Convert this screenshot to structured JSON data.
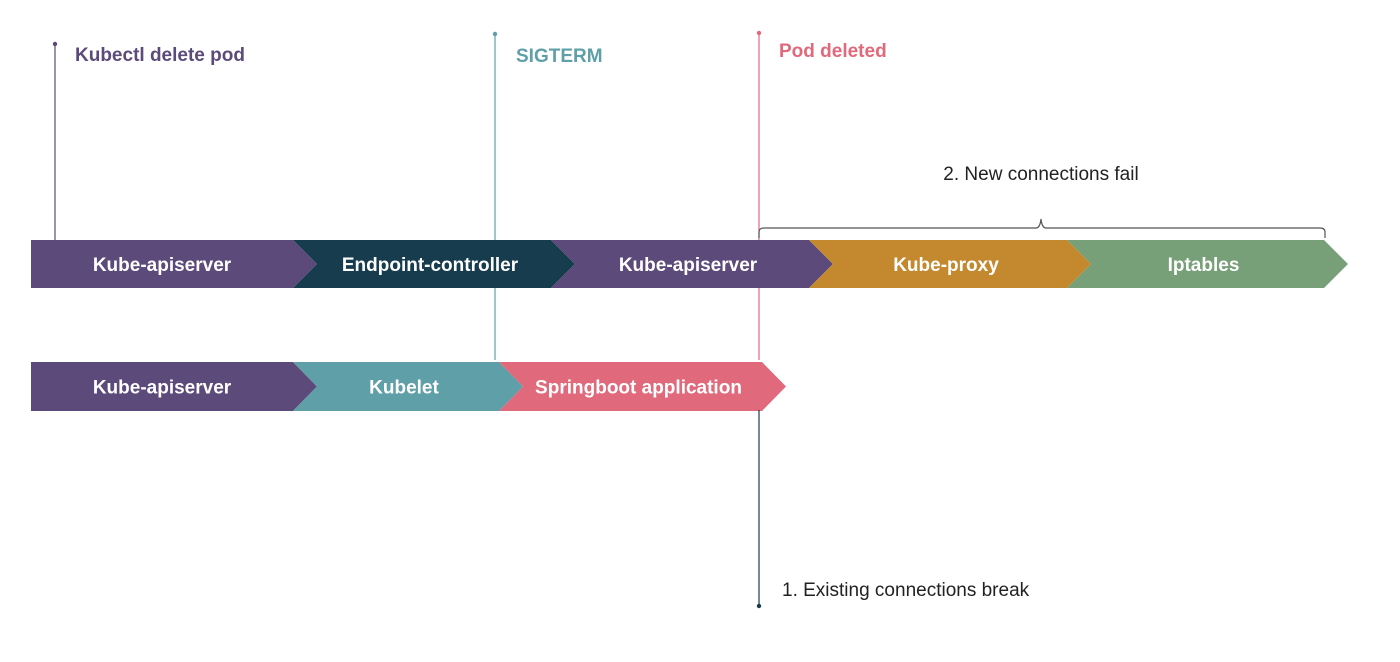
{
  "colors": {
    "purple": "#5c4b7a",
    "dark_navy": "#173c4d",
    "orange": "#c4892f",
    "green": "#779f78",
    "teal": "#5f9fa8",
    "pink": "#e06a7c"
  },
  "events": {
    "kubectl_delete": "Kubectl delete pod",
    "sigterm": "SIGTERM",
    "pod_deleted": "Pod deleted"
  },
  "row1": {
    "segments": [
      {
        "label": "Kube-apiserver",
        "color": "#5c4b7a"
      },
      {
        "label": "Endpoint-controller",
        "color": "#173c4d"
      },
      {
        "label": "Kube-apiserver",
        "color": "#5c4b7a"
      },
      {
        "label": "Kube-proxy",
        "color": "#c4892f"
      },
      {
        "label": "Iptables",
        "color": "#779f78"
      }
    ]
  },
  "row2": {
    "segments": [
      {
        "label": "Kube-apiserver",
        "color": "#5c4b7a"
      },
      {
        "label": "Kubelet",
        "color": "#5f9fa8"
      },
      {
        "label": "Springboot application",
        "color": "#e06a7c"
      }
    ]
  },
  "notes": {
    "new_connections": "2. New connections fail",
    "existing_connections": "1. Existing connections break"
  }
}
